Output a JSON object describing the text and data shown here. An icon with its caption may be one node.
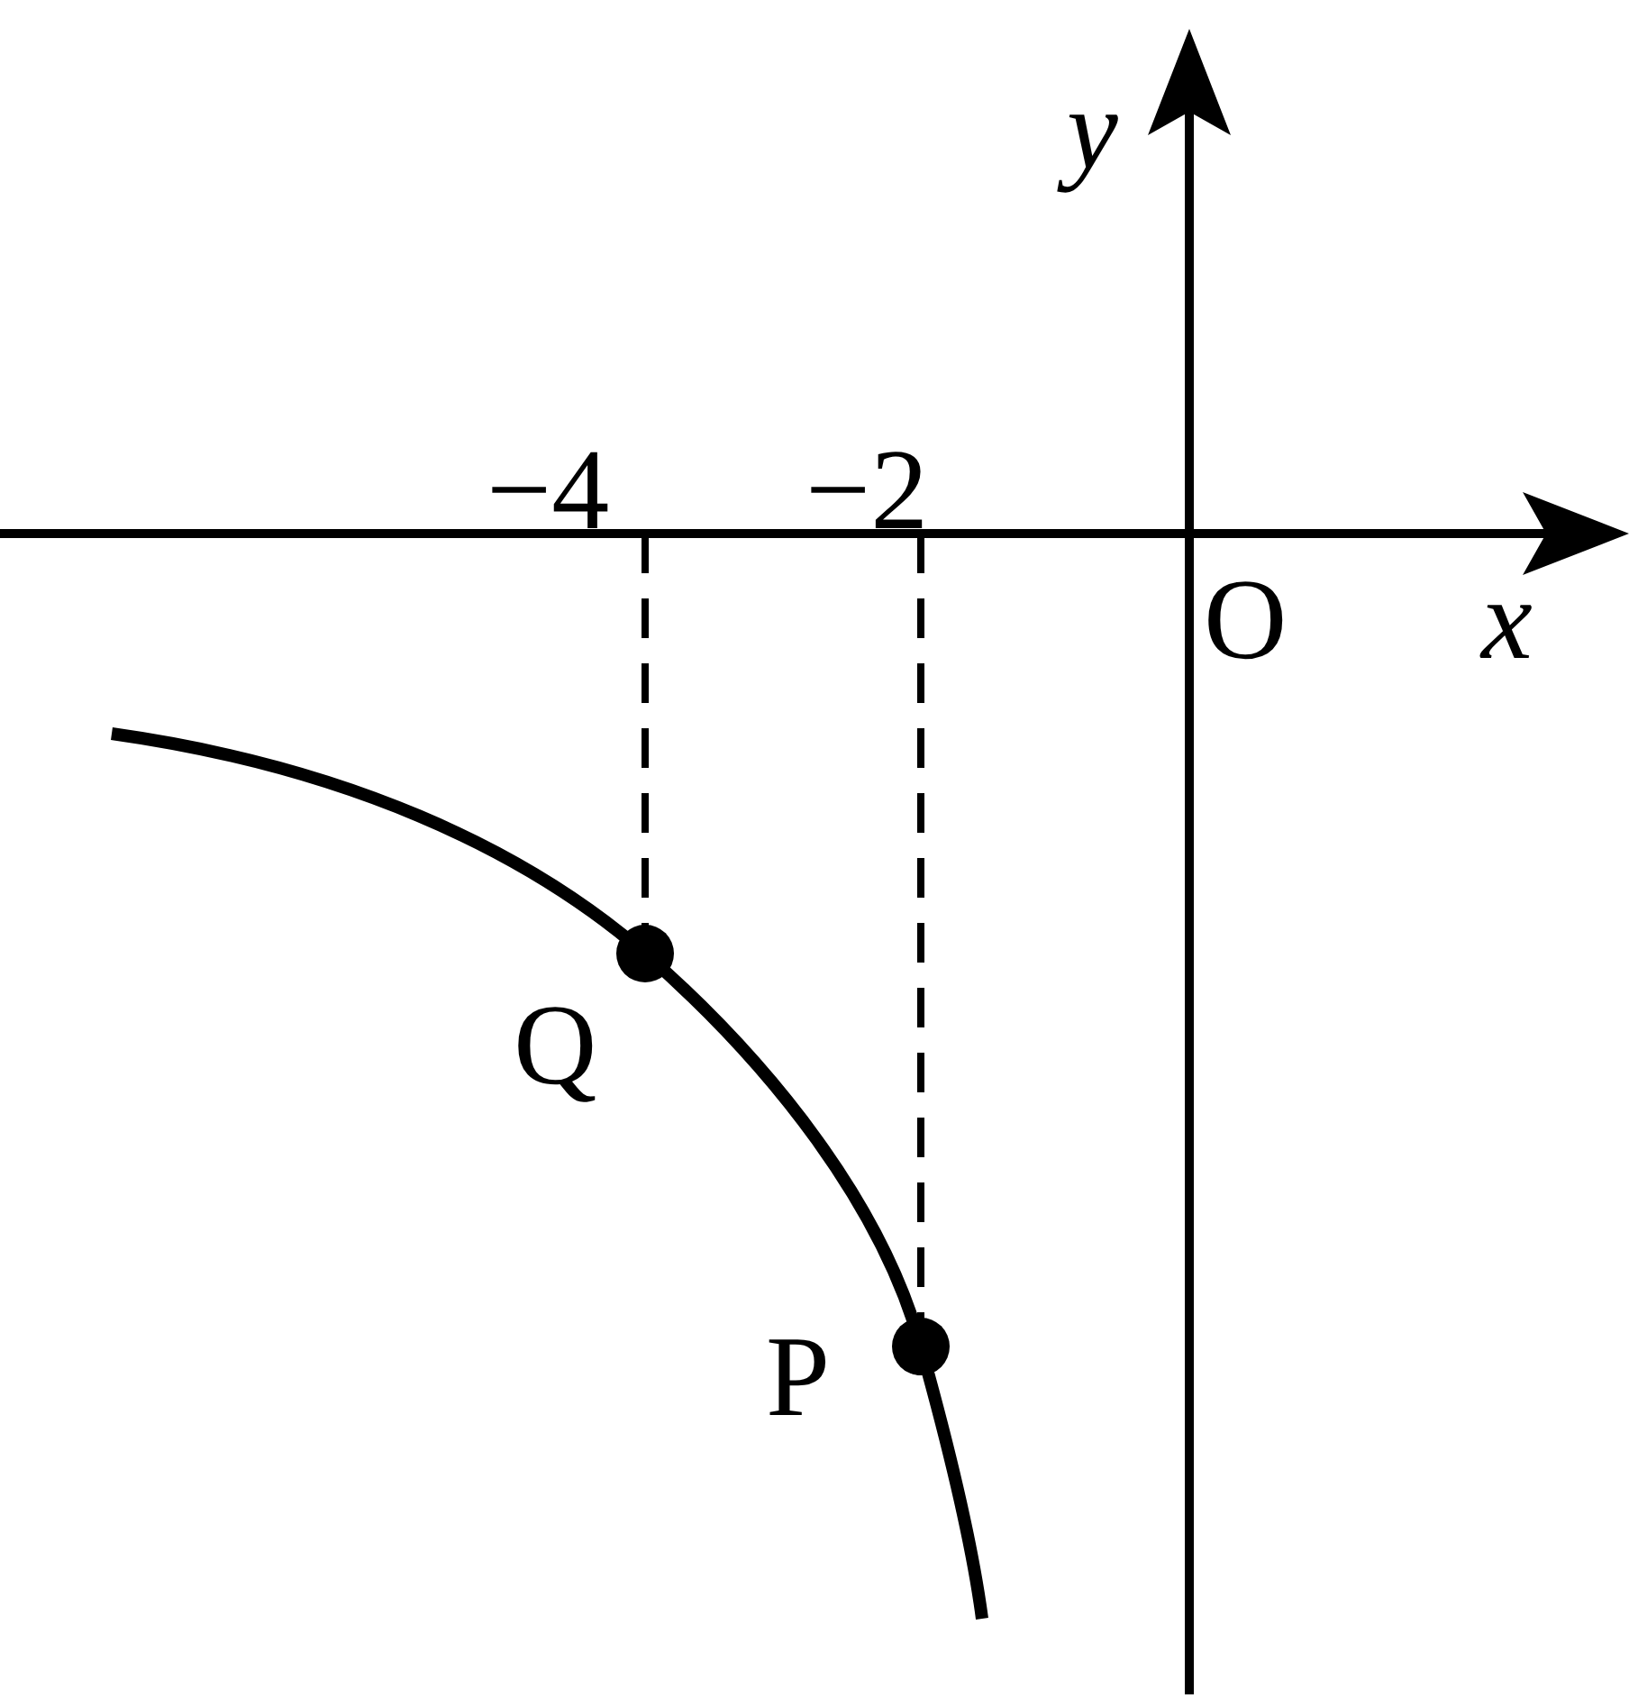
{
  "diagram": {
    "labels": [
      "y",
      "−4",
      "−2",
      "O",
      "x",
      "Q",
      "P"
    ]
  }
}
